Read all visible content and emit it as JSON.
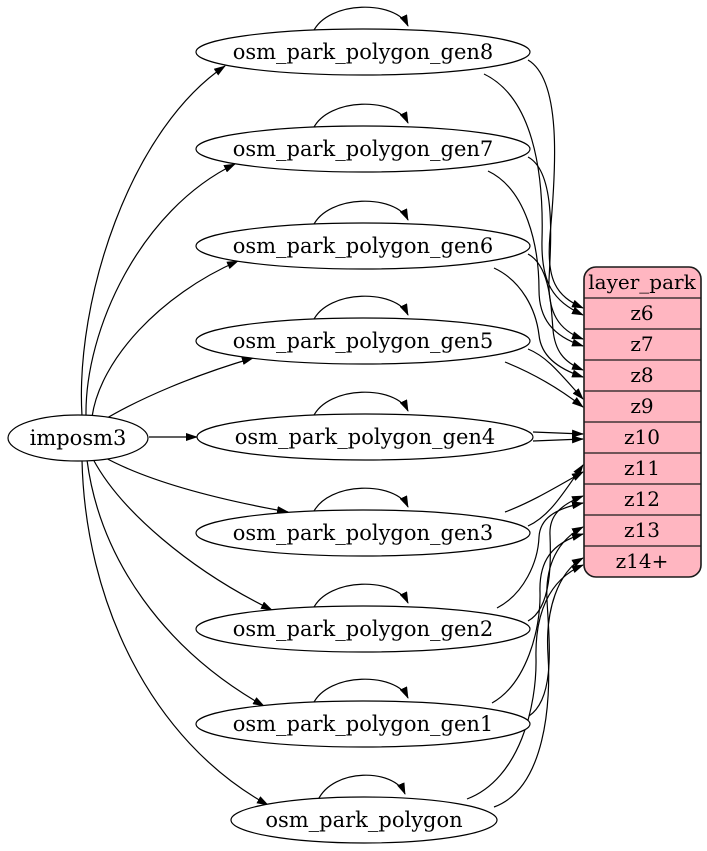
{
  "nodes": {
    "source": "imposm3",
    "tables": [
      "osm_park_polygon_gen8",
      "osm_park_polygon_gen7",
      "osm_park_polygon_gen6",
      "osm_park_polygon_gen5",
      "osm_park_polygon_gen4",
      "osm_park_polygon_gen3",
      "osm_park_polygon_gen2",
      "osm_park_polygon_gen1",
      "osm_park_polygon"
    ]
  },
  "layer_table": {
    "header": "layer_park",
    "rows": [
      "z6",
      "z7",
      "z8",
      "z9",
      "z10",
      "z11",
      "z12",
      "z13",
      "z14+"
    ]
  },
  "edges": {
    "from_source": [
      "osm_park_polygon_gen8",
      "osm_park_polygon_gen7",
      "osm_park_polygon_gen6",
      "osm_park_polygon_gen5",
      "osm_park_polygon_gen4",
      "osm_park_polygon_gen3",
      "osm_park_polygon_gen2",
      "osm_park_polygon_gen1",
      "osm_park_polygon"
    ],
    "self_loops": [
      "osm_park_polygon_gen8",
      "osm_park_polygon_gen7",
      "osm_park_polygon_gen6",
      "osm_park_polygon_gen5",
      "osm_park_polygon_gen4",
      "osm_park_polygon_gen3",
      "osm_park_polygon_gen2",
      "osm_park_polygon_gen1",
      "osm_park_polygon"
    ],
    "to_layer_rows": [
      {
        "from": "osm_park_polygon_gen8",
        "to": "z6",
        "parallel_edges": 2
      },
      {
        "from": "osm_park_polygon_gen7",
        "to": "z7",
        "parallel_edges": 2
      },
      {
        "from": "osm_park_polygon_gen6",
        "to": "z8",
        "parallel_edges": 2
      },
      {
        "from": "osm_park_polygon_gen5",
        "to": "z9",
        "parallel_edges": 2
      },
      {
        "from": "osm_park_polygon_gen4",
        "to": "z10",
        "parallel_edges": 2
      },
      {
        "from": "osm_park_polygon_gen3",
        "to": "z11",
        "parallel_edges": 2
      },
      {
        "from": "osm_park_polygon_gen2",
        "to": "z12",
        "parallel_edges": 2
      },
      {
        "from": "osm_park_polygon_gen1",
        "to": "z13",
        "parallel_edges": 2
      },
      {
        "from": "osm_park_polygon",
        "to": "z14+",
        "parallel_edges": 2
      }
    ]
  },
  "colors": {
    "table_fill": "#ffb6c1",
    "node_fill": "#ffffff",
    "stroke": "#000000",
    "background": "#ffffff"
  }
}
